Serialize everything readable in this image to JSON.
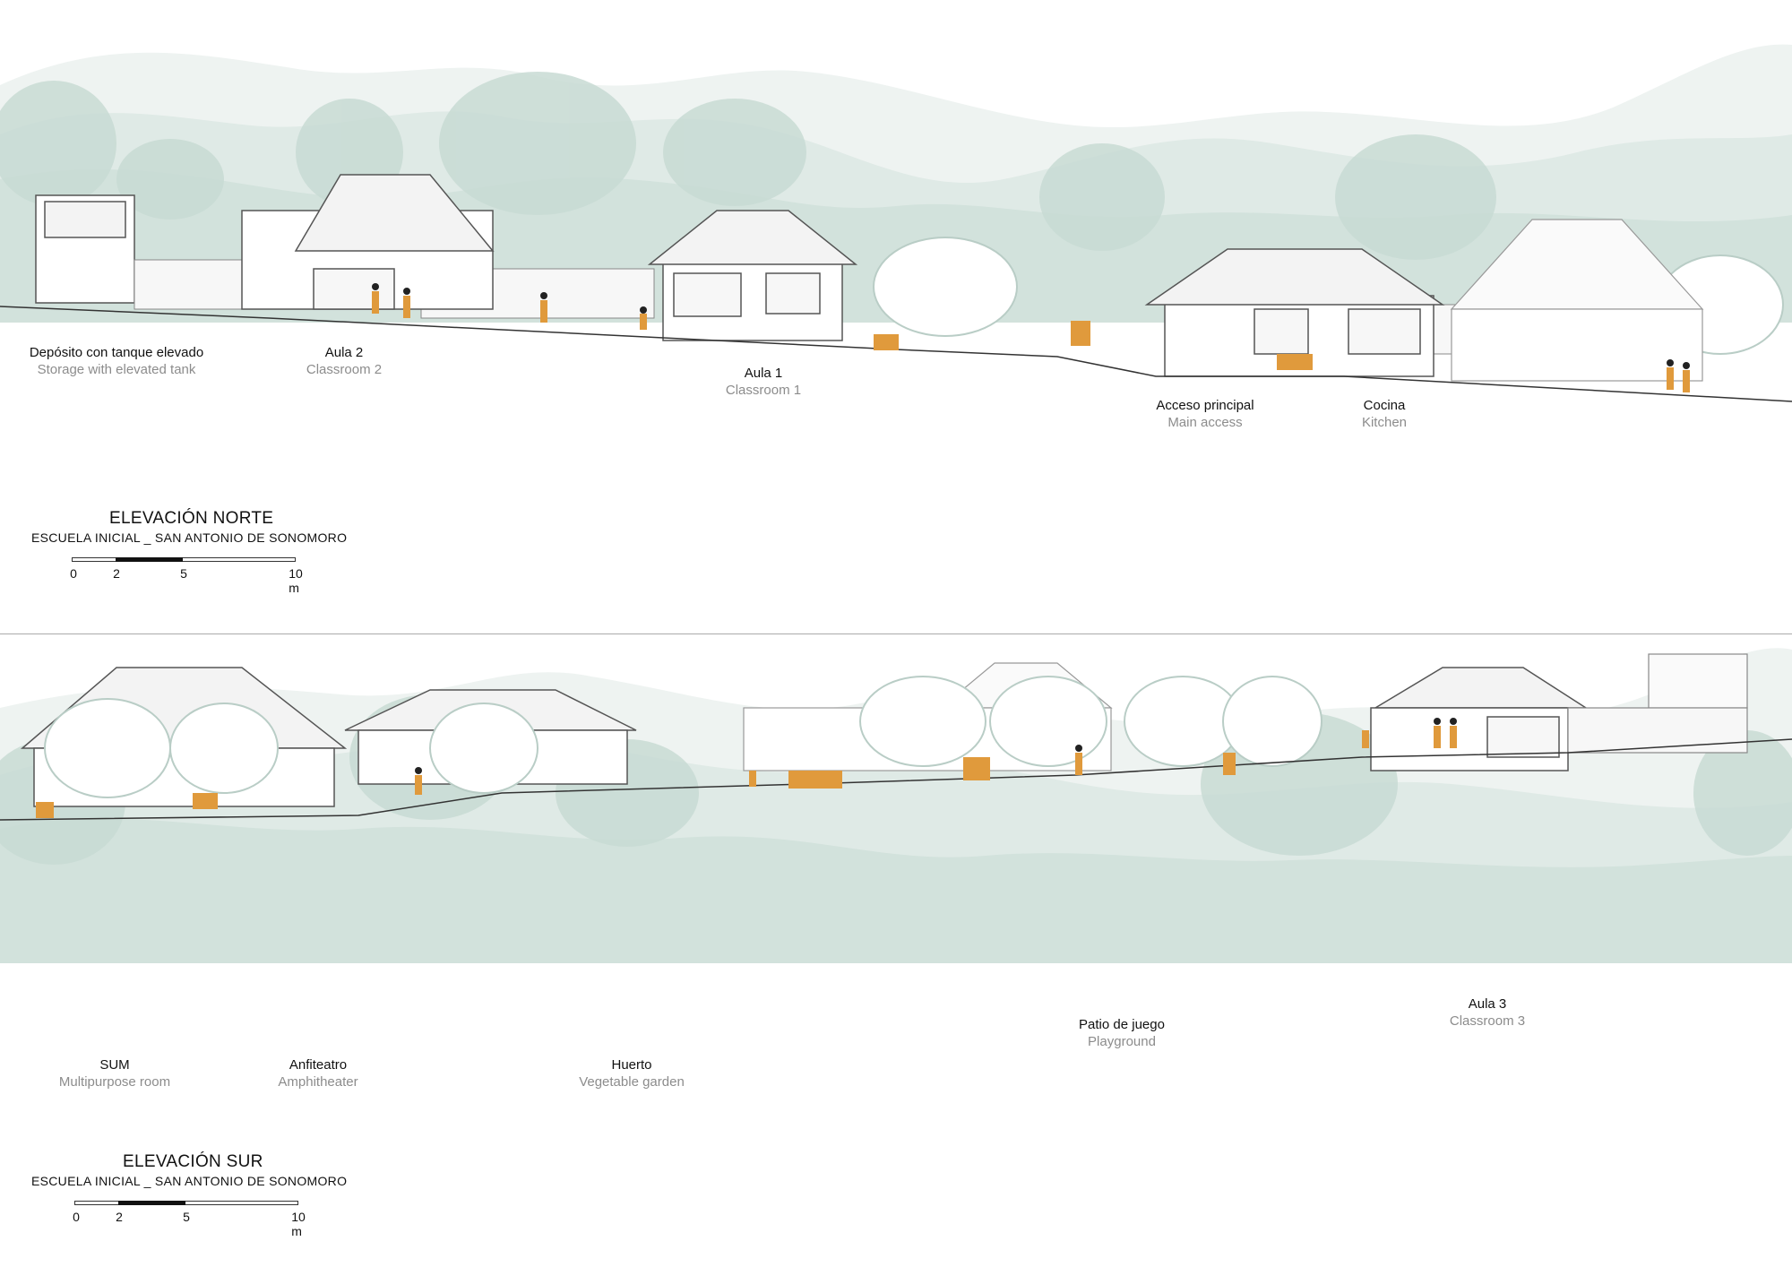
{
  "north": {
    "title": "ELEVACIÓN NORTE",
    "subtitle": "ESCUELA INICIAL _ SAN ANTONIO DE SONOMORO",
    "labels": [
      {
        "es": "Depósito con tanque elevado",
        "en": "Storage with elevated tank"
      },
      {
        "es": "Aula 2",
        "en": "Classroom 2"
      },
      {
        "es": "Aula 1",
        "en": "Classroom 1"
      },
      {
        "es": "Acceso principal",
        "en": "Main access"
      },
      {
        "es": "Cocina",
        "en": "Kitchen"
      }
    ],
    "scale": {
      "t0": "0",
      "t1": "2",
      "t2": "5",
      "t3": "10 m"
    }
  },
  "south": {
    "title": "ELEVACIÓN SUR",
    "subtitle": "ESCUELA INICIAL _ SAN ANTONIO DE SONOMORO",
    "labels": [
      {
        "es": "SUM",
        "en": "Multipurpose room"
      },
      {
        "es": "Anfiteatro",
        "en": "Amphitheater"
      },
      {
        "es": "Huerto",
        "en": "Vegetable garden"
      },
      {
        "es": "Patio de juego",
        "en": "Playground"
      },
      {
        "es": "Aula 3",
        "en": "Classroom 3"
      }
    ],
    "scale": {
      "t0": "0",
      "t1": "2",
      "t2": "5",
      "t3": "10 m"
    }
  },
  "colors": {
    "mountain_far": "#eef3f1",
    "mountain_mid": "#dde9e5",
    "mountain_near": "#cfe0da",
    "tree": "#c9dcd6",
    "figure": "#e09a3c",
    "roof": "#f4f4f4",
    "line": "#333333"
  }
}
